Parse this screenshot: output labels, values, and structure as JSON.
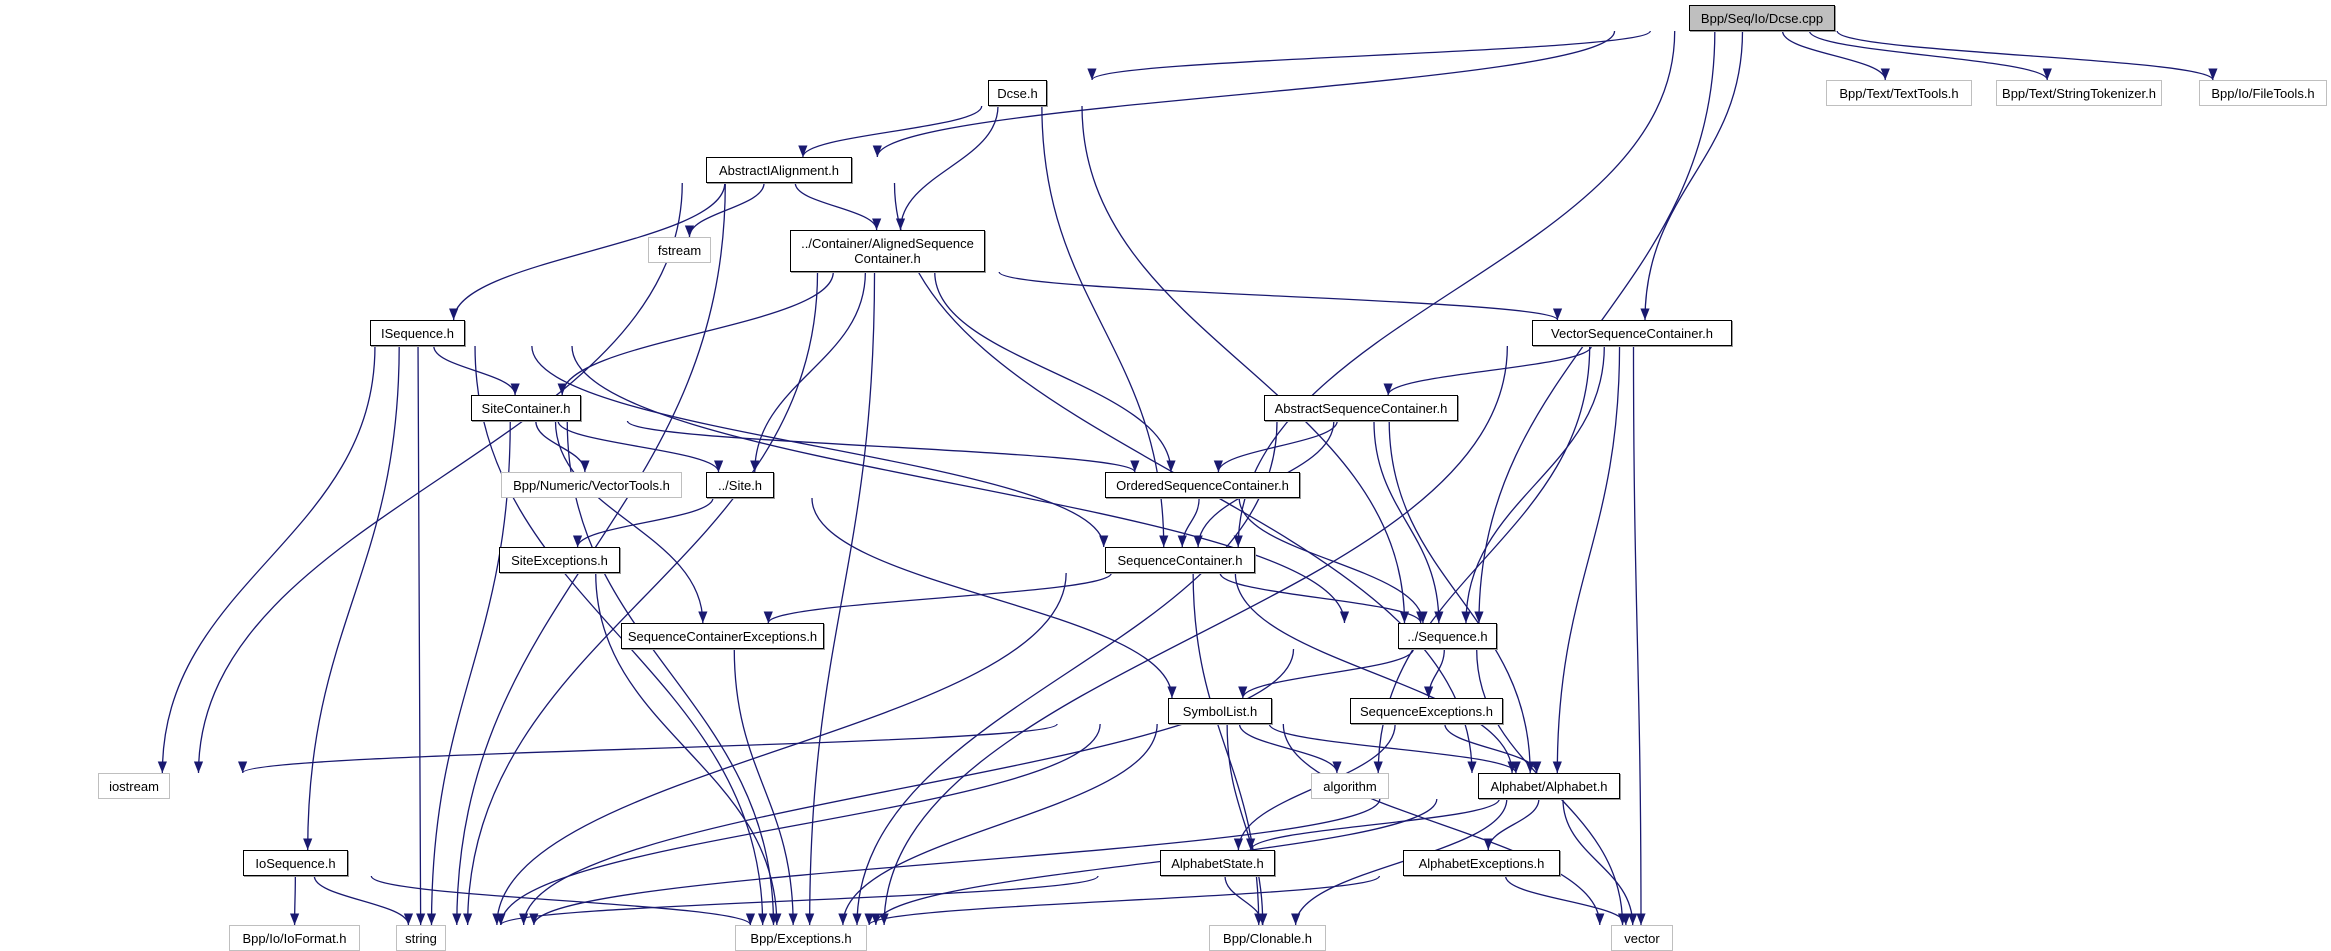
{
  "graph": {
    "title": "Bpp/Seq/Io/Dcse.cpp include dependency graph",
    "edge_color": "#191970",
    "nodes": [
      {
        "id": "dcse_cpp",
        "label": "Bpp/Seq/Io/Dcse.cpp",
        "kind": "root"
      },
      {
        "id": "dcse_h",
        "label": "Dcse.h",
        "kind": "documented"
      },
      {
        "id": "texttools",
        "label": "Bpp/Text/TextTools.h",
        "kind": "external"
      },
      {
        "id": "stringtokenizer",
        "label": "Bpp/Text/StringTokenizer.h",
        "kind": "external"
      },
      {
        "id": "filetools",
        "label": "Bpp/Io/FileTools.h",
        "kind": "external"
      },
      {
        "id": "abstractialignment",
        "label": "AbstractIAlignment.h",
        "kind": "documented"
      },
      {
        "id": "fstream",
        "label": "fstream",
        "kind": "external"
      },
      {
        "id": "alignedseqcontainer",
        "label": "../Container/AlignedSequence\nContainer.h",
        "kind": "documented"
      },
      {
        "id": "isequence",
        "label": "ISequence.h",
        "kind": "documented"
      },
      {
        "id": "vectorseqcontainer",
        "label": "VectorSequenceContainer.h",
        "kind": "documented"
      },
      {
        "id": "sitecontainer",
        "label": "SiteContainer.h",
        "kind": "documented"
      },
      {
        "id": "abstractseqcontainer",
        "label": "AbstractSequenceContainer.h",
        "kind": "documented"
      },
      {
        "id": "vectortools",
        "label": "Bpp/Numeric/VectorTools.h",
        "kind": "external"
      },
      {
        "id": "site",
        "label": "../Site.h",
        "kind": "documented"
      },
      {
        "id": "orderedseqcontainer",
        "label": "OrderedSequenceContainer.h",
        "kind": "documented"
      },
      {
        "id": "siteexceptions",
        "label": "SiteExceptions.h",
        "kind": "documented"
      },
      {
        "id": "seqcontainer",
        "label": "SequenceContainer.h",
        "kind": "documented"
      },
      {
        "id": "seqcontainerexceptions",
        "label": "SequenceContainerExceptions.h",
        "kind": "documented"
      },
      {
        "id": "sequence",
        "label": "../Sequence.h",
        "kind": "documented"
      },
      {
        "id": "symbollist",
        "label": "SymbolList.h",
        "kind": "documented"
      },
      {
        "id": "seqexceptions",
        "label": "SequenceExceptions.h",
        "kind": "documented"
      },
      {
        "id": "iostream",
        "label": "iostream",
        "kind": "external"
      },
      {
        "id": "algorithm",
        "label": "algorithm",
        "kind": "external"
      },
      {
        "id": "alphabet",
        "label": "Alphabet/Alphabet.h",
        "kind": "documented"
      },
      {
        "id": "iosequence",
        "label": "IoSequence.h",
        "kind": "documented"
      },
      {
        "id": "alphabetstate",
        "label": "AlphabetState.h",
        "kind": "documented"
      },
      {
        "id": "alphabetexceptions",
        "label": "AlphabetExceptions.h",
        "kind": "documented"
      },
      {
        "id": "ioformat",
        "label": "Bpp/Io/IoFormat.h",
        "kind": "external"
      },
      {
        "id": "string",
        "label": "string",
        "kind": "external"
      },
      {
        "id": "exceptions",
        "label": "Bpp/Exceptions.h",
        "kind": "external"
      },
      {
        "id": "clonable",
        "label": "Bpp/Clonable.h",
        "kind": "external"
      },
      {
        "id": "vector",
        "label": "vector",
        "kind": "external"
      }
    ],
    "edges": [
      [
        "dcse_cpp",
        "dcse_h"
      ],
      [
        "dcse_cpp",
        "abstractialignment"
      ],
      [
        "dcse_cpp",
        "seqcontainer"
      ],
      [
        "dcse_cpp",
        "vectorseqcontainer"
      ],
      [
        "dcse_cpp",
        "sequence"
      ],
      [
        "dcse_cpp",
        "texttools"
      ],
      [
        "dcse_cpp",
        "stringtokenizer"
      ],
      [
        "dcse_cpp",
        "filetools"
      ],
      [
        "dcse_h",
        "abstractialignment"
      ],
      [
        "dcse_h",
        "alignedseqcontainer"
      ],
      [
        "dcse_h",
        "seqcontainer"
      ],
      [
        "dcse_h",
        "sequence"
      ],
      [
        "abstractialignment",
        "fstream"
      ],
      [
        "abstractialignment",
        "alignedseqcontainer"
      ],
      [
        "abstractialignment",
        "isequence"
      ],
      [
        "abstractialignment",
        "iostream"
      ],
      [
        "abstractialignment",
        "string"
      ],
      [
        "abstractialignment",
        "alphabet"
      ],
      [
        "alignedseqcontainer",
        "sitecontainer"
      ],
      [
        "alignedseqcontainer",
        "site"
      ],
      [
        "alignedseqcontainer",
        "orderedseqcontainer"
      ],
      [
        "alignedseqcontainer",
        "vectorseqcontainer"
      ],
      [
        "alignedseqcontainer",
        "exceptions"
      ],
      [
        "alignedseqcontainer",
        "string"
      ],
      [
        "isequence",
        "sitecontainer"
      ],
      [
        "isequence",
        "seqcontainer"
      ],
      [
        "isequence",
        "sequence"
      ],
      [
        "isequence",
        "iostream"
      ],
      [
        "isequence",
        "iosequence"
      ],
      [
        "isequence",
        "string"
      ],
      [
        "isequence",
        "exceptions"
      ],
      [
        "vectorseqcontainer",
        "abstractseqcontainer"
      ],
      [
        "vectorseqcontainer",
        "sequence"
      ],
      [
        "vectorseqcontainer",
        "alphabet"
      ],
      [
        "vectorseqcontainer",
        "algorithm"
      ],
      [
        "vectorseqcontainer",
        "vector"
      ],
      [
        "vectorseqcontainer",
        "exceptions"
      ],
      [
        "sitecontainer",
        "vectortools"
      ],
      [
        "sitecontainer",
        "site"
      ],
      [
        "sitecontainer",
        "orderedseqcontainer"
      ],
      [
        "sitecontainer",
        "seqcontainerexceptions"
      ],
      [
        "sitecontainer",
        "string"
      ],
      [
        "sitecontainer",
        "exceptions"
      ],
      [
        "abstractseqcontainer",
        "orderedseqcontainer"
      ],
      [
        "abstractseqcontainer",
        "seqcontainer"
      ],
      [
        "abstractseqcontainer",
        "sequence"
      ],
      [
        "abstractseqcontainer",
        "alphabet"
      ],
      [
        "abstractseqcontainer",
        "exceptions"
      ],
      [
        "site",
        "siteexceptions"
      ],
      [
        "site",
        "symbollist"
      ],
      [
        "orderedseqcontainer",
        "seqcontainer"
      ],
      [
        "orderedseqcontainer",
        "sequence"
      ],
      [
        "siteexceptions",
        "exceptions"
      ],
      [
        "seqcontainer",
        "seqcontainerexceptions"
      ],
      [
        "seqcontainer",
        "sequence"
      ],
      [
        "seqcontainer",
        "alphabet"
      ],
      [
        "seqcontainer",
        "string"
      ],
      [
        "seqcontainer",
        "clonable"
      ],
      [
        "seqcontainerexceptions",
        "exceptions"
      ],
      [
        "sequence",
        "symbollist"
      ],
      [
        "sequence",
        "seqexceptions"
      ],
      [
        "sequence",
        "string"
      ],
      [
        "sequence",
        "vector"
      ],
      [
        "symbollist",
        "iostream"
      ],
      [
        "symbollist",
        "algorithm"
      ],
      [
        "symbollist",
        "alphabet"
      ],
      [
        "symbollist",
        "string"
      ],
      [
        "symbollist",
        "clonable"
      ],
      [
        "symbollist",
        "vector"
      ],
      [
        "symbollist",
        "exceptions"
      ],
      [
        "seqexceptions",
        "alphabet"
      ],
      [
        "seqexceptions",
        "alphabetstate"
      ],
      [
        "alphabet",
        "alphabetstate"
      ],
      [
        "alphabet",
        "alphabetexceptions"
      ],
      [
        "alphabet",
        "string"
      ],
      [
        "alphabet",
        "exceptions"
      ],
      [
        "alphabet",
        "clonable"
      ],
      [
        "alphabet",
        "vector"
      ],
      [
        "iosequence",
        "ioformat"
      ],
      [
        "iosequence",
        "string"
      ],
      [
        "iosequence",
        "exceptions"
      ],
      [
        "alphabetstate",
        "string"
      ],
      [
        "alphabetstate",
        "clonable"
      ],
      [
        "alphabetexceptions",
        "exceptions"
      ],
      [
        "alphabetexceptions",
        "vector"
      ]
    ]
  }
}
